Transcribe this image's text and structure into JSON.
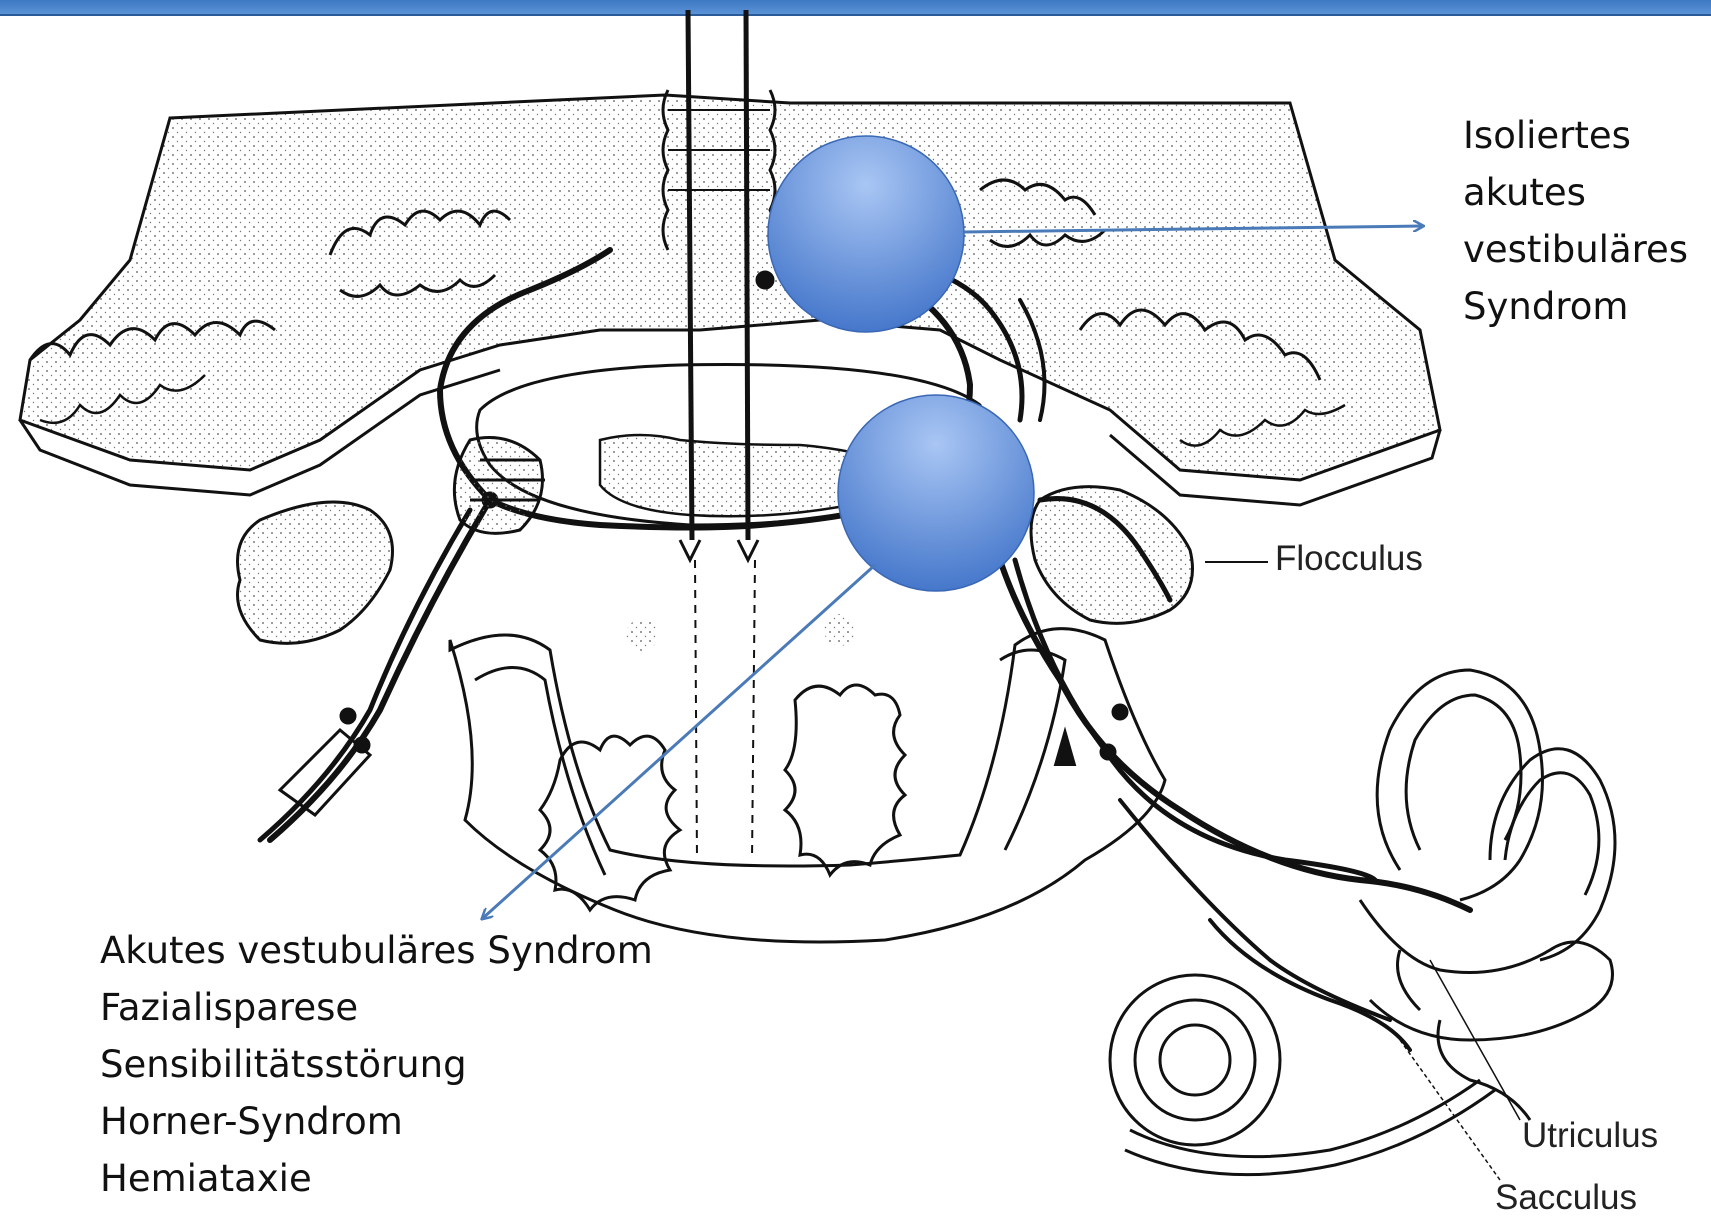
{
  "annotations": {
    "isolated": {
      "lines": [
        "Isoliertes",
        "akutes",
        "vestibuläres",
        "Syndrom"
      ]
    },
    "combined": {
      "lines": [
        "Akutes vestubuläres Syndrom",
        "Fazialisparese",
        "Sensibilitätsstörung",
        "Horner-Syndrom",
        "Hemiataxie"
      ]
    }
  },
  "anatomy_labels": {
    "flocculus": "Flocculus",
    "utriculus": "Utriculus",
    "sacculus": "Sacculus"
  },
  "colors": {
    "marker_light": "#a5c3f2",
    "marker_dark": "#4a7bd0",
    "arrow": "#4a7ab8",
    "header_bar": "#4a86cf"
  }
}
